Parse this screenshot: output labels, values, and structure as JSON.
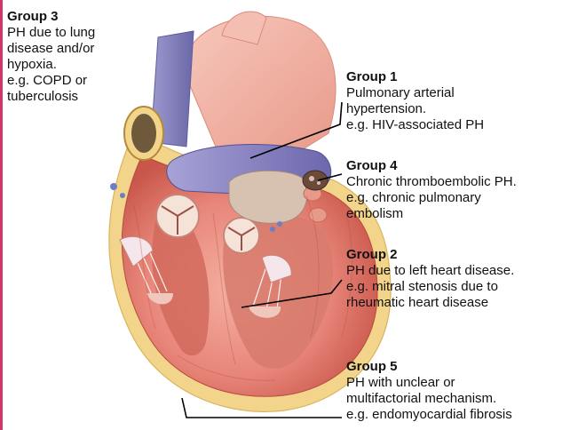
{
  "groups": [
    {
      "title": "Group 3",
      "lines": [
        "PH due to lung",
        "disease and/or",
        "hypoxia.",
        "e.g. COPD or",
        "tuberculosis"
      ]
    },
    {
      "title": "Group 1",
      "lines": [
        "Pulmonary arterial",
        "hypertension.",
        "e.g. HIV-associated PH"
      ]
    },
    {
      "title": "Group 4",
      "lines": [
        "Chronic thromboembolic PH.",
        "e.g. chronic pulmonary",
        "embolism"
      ]
    },
    {
      "title": "Group 2",
      "lines": [
        "PH due to left heart disease.",
        "e.g. mitral stenosis due to",
        "rheumatic heart disease"
      ]
    },
    {
      "title": "Group 5",
      "lines": [
        "PH with unclear or",
        "multifactorial mechanism.",
        "e.g. endomyocardial fibrosis"
      ]
    }
  ],
  "colors": {
    "accent_border": "#d6336c",
    "myocardium": "#e8867a",
    "myocardium_dark": "#c9564a",
    "fat": "#f2d58a",
    "pulmonary_artery": "#8c86c4",
    "aorta": "#f2b3a6",
    "vena_cava": "#7b78b8"
  }
}
